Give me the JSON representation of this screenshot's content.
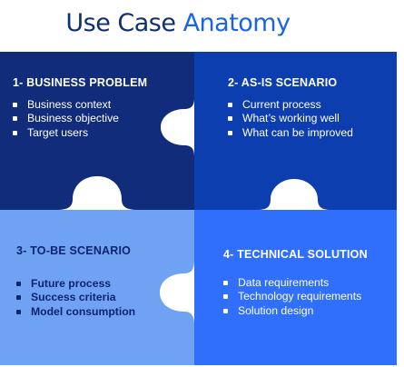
{
  "title": {
    "part1": "Use Case ",
    "part2": "Anatomy"
  },
  "colors": {
    "title_dark": "#0f2f6e",
    "title_accent": "#1a63e6",
    "q1": "#102c7a",
    "q2": "#0d3eb0",
    "q3": "#6fa2f3",
    "q4": "#2f6ffb"
  },
  "quadrants": [
    {
      "heading": "1- BUSINESS PROBLEM",
      "items": [
        "Business context",
        "Business objective",
        "Target users"
      ]
    },
    {
      "heading": "2- AS-IS SCENARIO",
      "items": [
        "Current process",
        "What’s working well",
        "What can be improved"
      ]
    },
    {
      "heading": "3- TO-BE SCENARIO",
      "items": [
        "Future process",
        "Success criteria",
        "Model consumption"
      ]
    },
    {
      "heading": "4- TECHNICAL SOLUTION",
      "items": [
        "Data requirements",
        "Technology requirements",
        "Solution design"
      ]
    }
  ]
}
